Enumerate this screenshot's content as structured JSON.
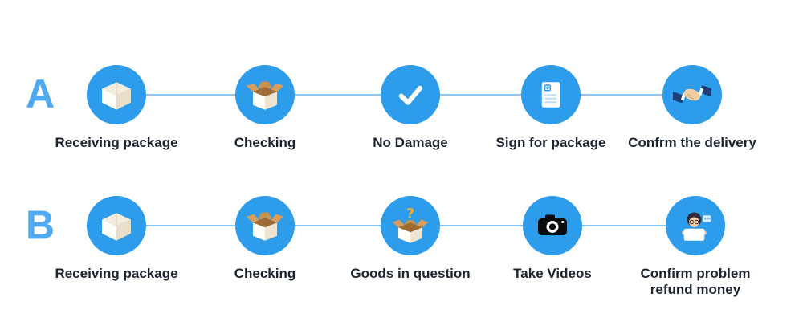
{
  "rows": [
    {
      "letter": "A",
      "steps": [
        {
          "label": "Receiving package",
          "icon": "closed-box"
        },
        {
          "label": "Checking",
          "icon": "open-box"
        },
        {
          "label": "No Damage",
          "icon": "checkmark"
        },
        {
          "label": "Sign for package",
          "icon": "document"
        },
        {
          "label": "Confrm the delivery",
          "icon": "handshake"
        }
      ]
    },
    {
      "letter": "B",
      "steps": [
        {
          "label": "Receiving package",
          "icon": "closed-box"
        },
        {
          "label": "Checking",
          "icon": "open-box"
        },
        {
          "label": "Goods in question",
          "icon": "question-box"
        },
        {
          "label": "Take Videos",
          "icon": "camera"
        },
        {
          "label": "Confirm problem refund money",
          "icon": "person-support"
        }
      ]
    }
  ],
  "colors": {
    "circle": "#2D9CEA",
    "line": "#8CC6F2",
    "letter": "#4FA9EF",
    "label_text": "#1C2430",
    "question_mark": "#F6A92D",
    "camera_body": "#0B0B0B",
    "box_flap": "#D99D5B"
  }
}
